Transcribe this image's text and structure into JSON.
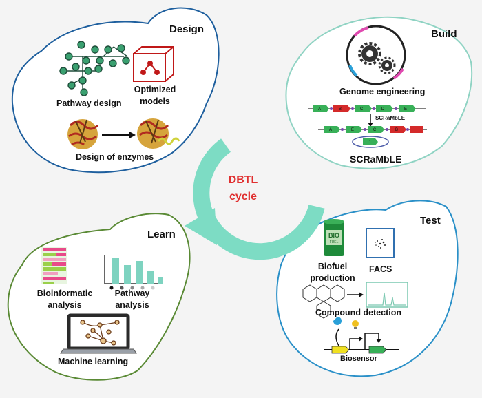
{
  "center": {
    "line1": "DBTL",
    "line2": "cycle"
  },
  "design": {
    "title": "Design",
    "pathway_design": "Pathway design",
    "optimized_models": "Optimized\nmodels",
    "design_of_enzymes": "Design of enzymes"
  },
  "build": {
    "title": "Build",
    "genome_engineering": "Genome engineering",
    "scramble_small": "SCRaMbLE",
    "scramble_big": "SCRaMbLE",
    "gene_letters_top": [
      "A",
      "B",
      "C",
      "D",
      "E"
    ],
    "gene_letters_mid": [
      "A",
      "E",
      "C",
      "B"
    ],
    "gene_letters_bottom": [
      "D"
    ]
  },
  "learn": {
    "title": "Learn",
    "bioinformatic_analysis": "Bioinformatic\nanalysis",
    "pathway_analysis": "Pathway\nanalysis",
    "machine_learning": "Machine learning"
  },
  "test": {
    "title": "Test",
    "biofuel_production": "Biofuel\nproduction",
    "facs": "FACS",
    "compound_detection": "Compound detection",
    "biosensor": "Biosensor",
    "barrel_text": "BIO FUEL"
  },
  "colors": {
    "design_border": "#1e5f9e",
    "build_border": "#8fd3c3",
    "learn_border": "#5a8a35",
    "test_border": "#2a90c8",
    "arrow": "#7ddcc4",
    "dbtl_text": "#e03030",
    "node_fill": "#3aa070"
  }
}
